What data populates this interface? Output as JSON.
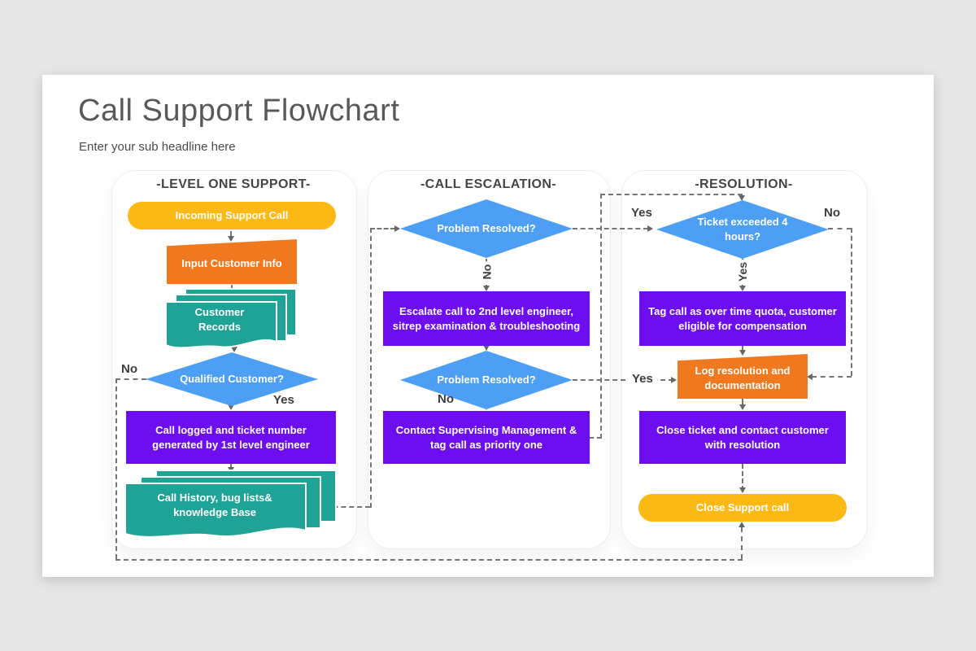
{
  "page": {
    "title": "Call Support Flowchart",
    "subtitle": "Enter your sub headline here"
  },
  "panels": [
    {
      "header": "-LEVEL ONE SUPPORT-"
    },
    {
      "header": "-CALL ESCALATION-"
    },
    {
      "header": "-RESOLUTION-"
    }
  ],
  "nodes": {
    "incoming_support_call": "Incoming Support Call",
    "input_customer_info": "Input Customer Info",
    "customer_records": "Customer Records",
    "qualified_customer": "Qualified Customer?",
    "call_logged": "Call logged and ticket number generated by 1st level engineer",
    "call_history": "Call History, bug lists& knowledge Base",
    "problem_resolved_1": "Problem Resolved?",
    "escalate_call": "Escalate call to 2nd level engineer, sitrep examination & troubleshooting",
    "problem_resolved_2": "Problem Resolved?",
    "contact_management": "Contact Supervising Management & tag call as priority one",
    "ticket_exceeded": "Ticket exceeded 4 hours?",
    "tag_call": "Tag call as over time quota, customer eligible for compensation",
    "log_resolution": "Log resolution and documentation",
    "close_ticket": "Close ticket and contact customer with resolution",
    "close_support_call": "Close Support call"
  },
  "edge_labels": {
    "qualified_no": "No",
    "qualified_yes": "Yes",
    "resolved1_no": "No",
    "resolved1_yes": "Yes",
    "resolved2_no": "No",
    "resolved2_yes": "Yes",
    "ticket_no": "No",
    "ticket_yes": "Yes"
  },
  "colors": {
    "terminator_yellow": "#FDB913",
    "manual_input_orange": "#F0791F",
    "document_teal": "#1FA396",
    "decision_blue": "#4C9FF5",
    "process_purple": "#6D0EF1",
    "connector_gray": "#757575",
    "canvas_gray": "#E7E6E6"
  }
}
